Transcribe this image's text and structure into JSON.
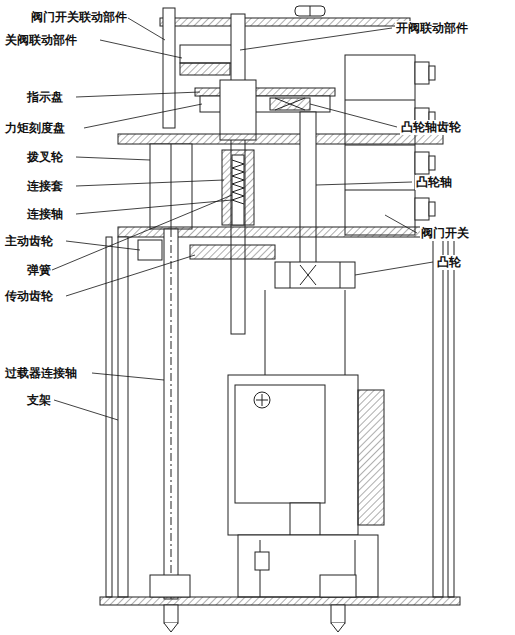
{
  "diagram": {
    "labels": [
      "阀门开关联动部件",
      "关阀联动部件",
      "指示盘",
      "力矩刻度盘",
      "拨叉轮",
      "连接套",
      "连接轴",
      "主动齿轮",
      "弹簧",
      "传动齿轮",
      "过载器连接轴",
      "支架",
      "开阀联动部件",
      "凸轮轴齿轮",
      "凸轮轴",
      "阀门开关",
      "凸轮"
    ]
  }
}
